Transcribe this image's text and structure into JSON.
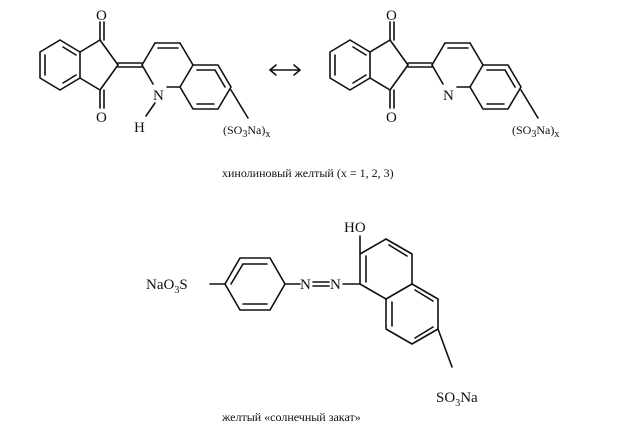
{
  "labels": {
    "oxygen": "O",
    "nitrogen": "N",
    "hydrogen": "H",
    "sulfonate_group": "(SO",
    "sulfonate_sub3": "3",
    "sulfonate_na": "Na)",
    "sulfonate_subx": "x",
    "hydroxyl": "HO",
    "nao3s_na": "NaO",
    "nao3s_sub3": "3",
    "nao3s_s": "S",
    "azo_n1": "N",
    "azo_n2": "N",
    "so3na_so": "SO",
    "so3na_sub3": "3",
    "so3na_na": "Na",
    "resonance_arrow": "↔"
  },
  "captions": {
    "quinoline_yellow": "хинолиновый желтый (х = 1, 2, 3)",
    "sunset_yellow": "желтый «солнечный закат»"
  }
}
